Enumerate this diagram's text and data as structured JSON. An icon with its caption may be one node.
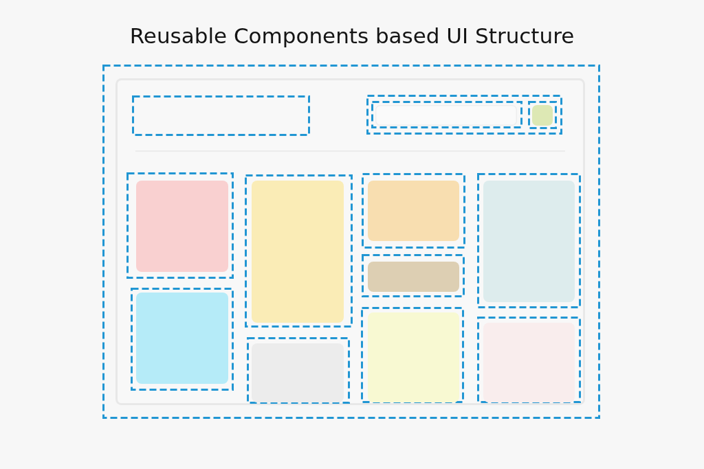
{
  "diagram": {
    "title": "Reusable Components based UI Structure",
    "nodes": [
      {
        "text": [],
        "shape": "box"
      },
      {
        "text": [],
        "shape": "box",
        "in": 0
      },
      {
        "text": [],
        "shape": "box",
        "in": 1
      },
      {
        "text": [],
        "shape": "box",
        "in": 1
      },
      {
        "text": [],
        "shape": "box",
        "in": 3
      },
      {
        "text": [],
        "shape": "box",
        "in": 4
      },
      {
        "text": [],
        "shape": "box",
        "in": 3
      },
      {
        "text": [],
        "shape": "box",
        "in": 6
      },
      {
        "text": [],
        "shape": "box",
        "in": 1
      },
      {
        "text": [],
        "shape": "box",
        "in": 8
      },
      {
        "text": [],
        "shape": "box",
        "in": 1
      },
      {
        "text": [],
        "shape": "box",
        "in": 10
      },
      {
        "text": [],
        "shape": "box",
        "in": 1
      },
      {
        "text": [],
        "shape": "box",
        "in": 12
      },
      {
        "text": [],
        "shape": "box",
        "in": 1
      },
      {
        "text": [],
        "shape": "box",
        "in": 14
      },
      {
        "text": [],
        "shape": "box",
        "in": 1
      },
      {
        "text": [],
        "shape": "box",
        "in": 16
      },
      {
        "text": [],
        "shape": "box",
        "in": 1
      },
      {
        "text": [],
        "shape": "box",
        "in": 18
      },
      {
        "text": [],
        "shape": "box",
        "in": 1
      },
      {
        "text": [],
        "shape": "box",
        "in": 20
      },
      {
        "text": [],
        "shape": "box",
        "in": 1
      },
      {
        "text": [],
        "shape": "box",
        "in": 22
      },
      {
        "text": [],
        "shape": "box",
        "in": 1
      },
      {
        "text": [],
        "shape": "box",
        "in": 24
      }
    ]
  }
}
